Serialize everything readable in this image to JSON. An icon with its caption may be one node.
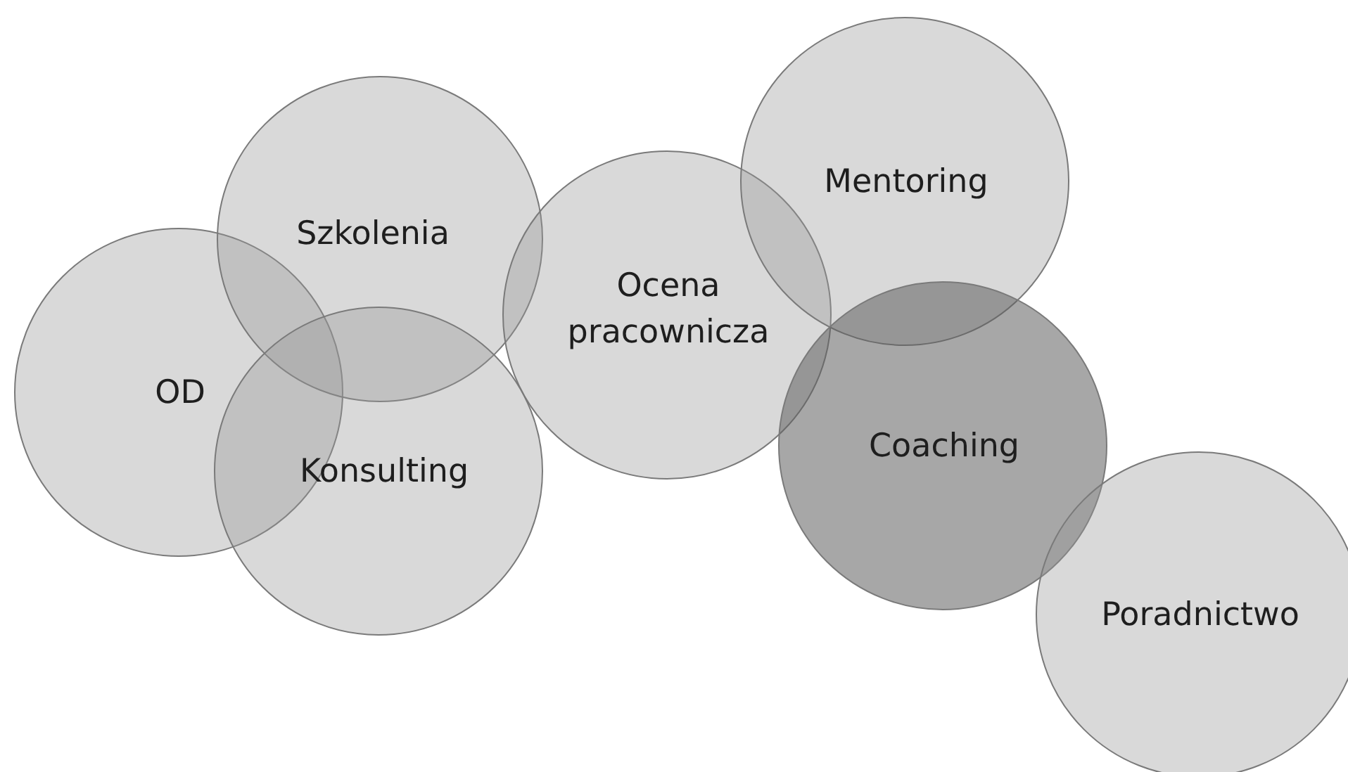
{
  "diagram": {
    "nodes": [
      {
        "text": [
          "OD"
        ]
      },
      {
        "text": [
          "Szkolenia"
        ]
      },
      {
        "text": [
          "Konsulting"
        ]
      },
      {
        "text": [
          "Ocena pracownicza"
        ]
      },
      {
        "text": [
          "Mentoring"
        ]
      },
      {
        "text": [
          "Coaching"
        ]
      },
      {
        "text": [
          "Poradnictwo"
        ]
      }
    ]
  }
}
